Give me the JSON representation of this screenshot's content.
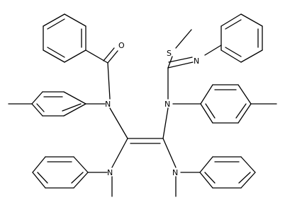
{
  "atom_labels": {
    "O": "O",
    "S": "S",
    "N": "N"
  }
}
